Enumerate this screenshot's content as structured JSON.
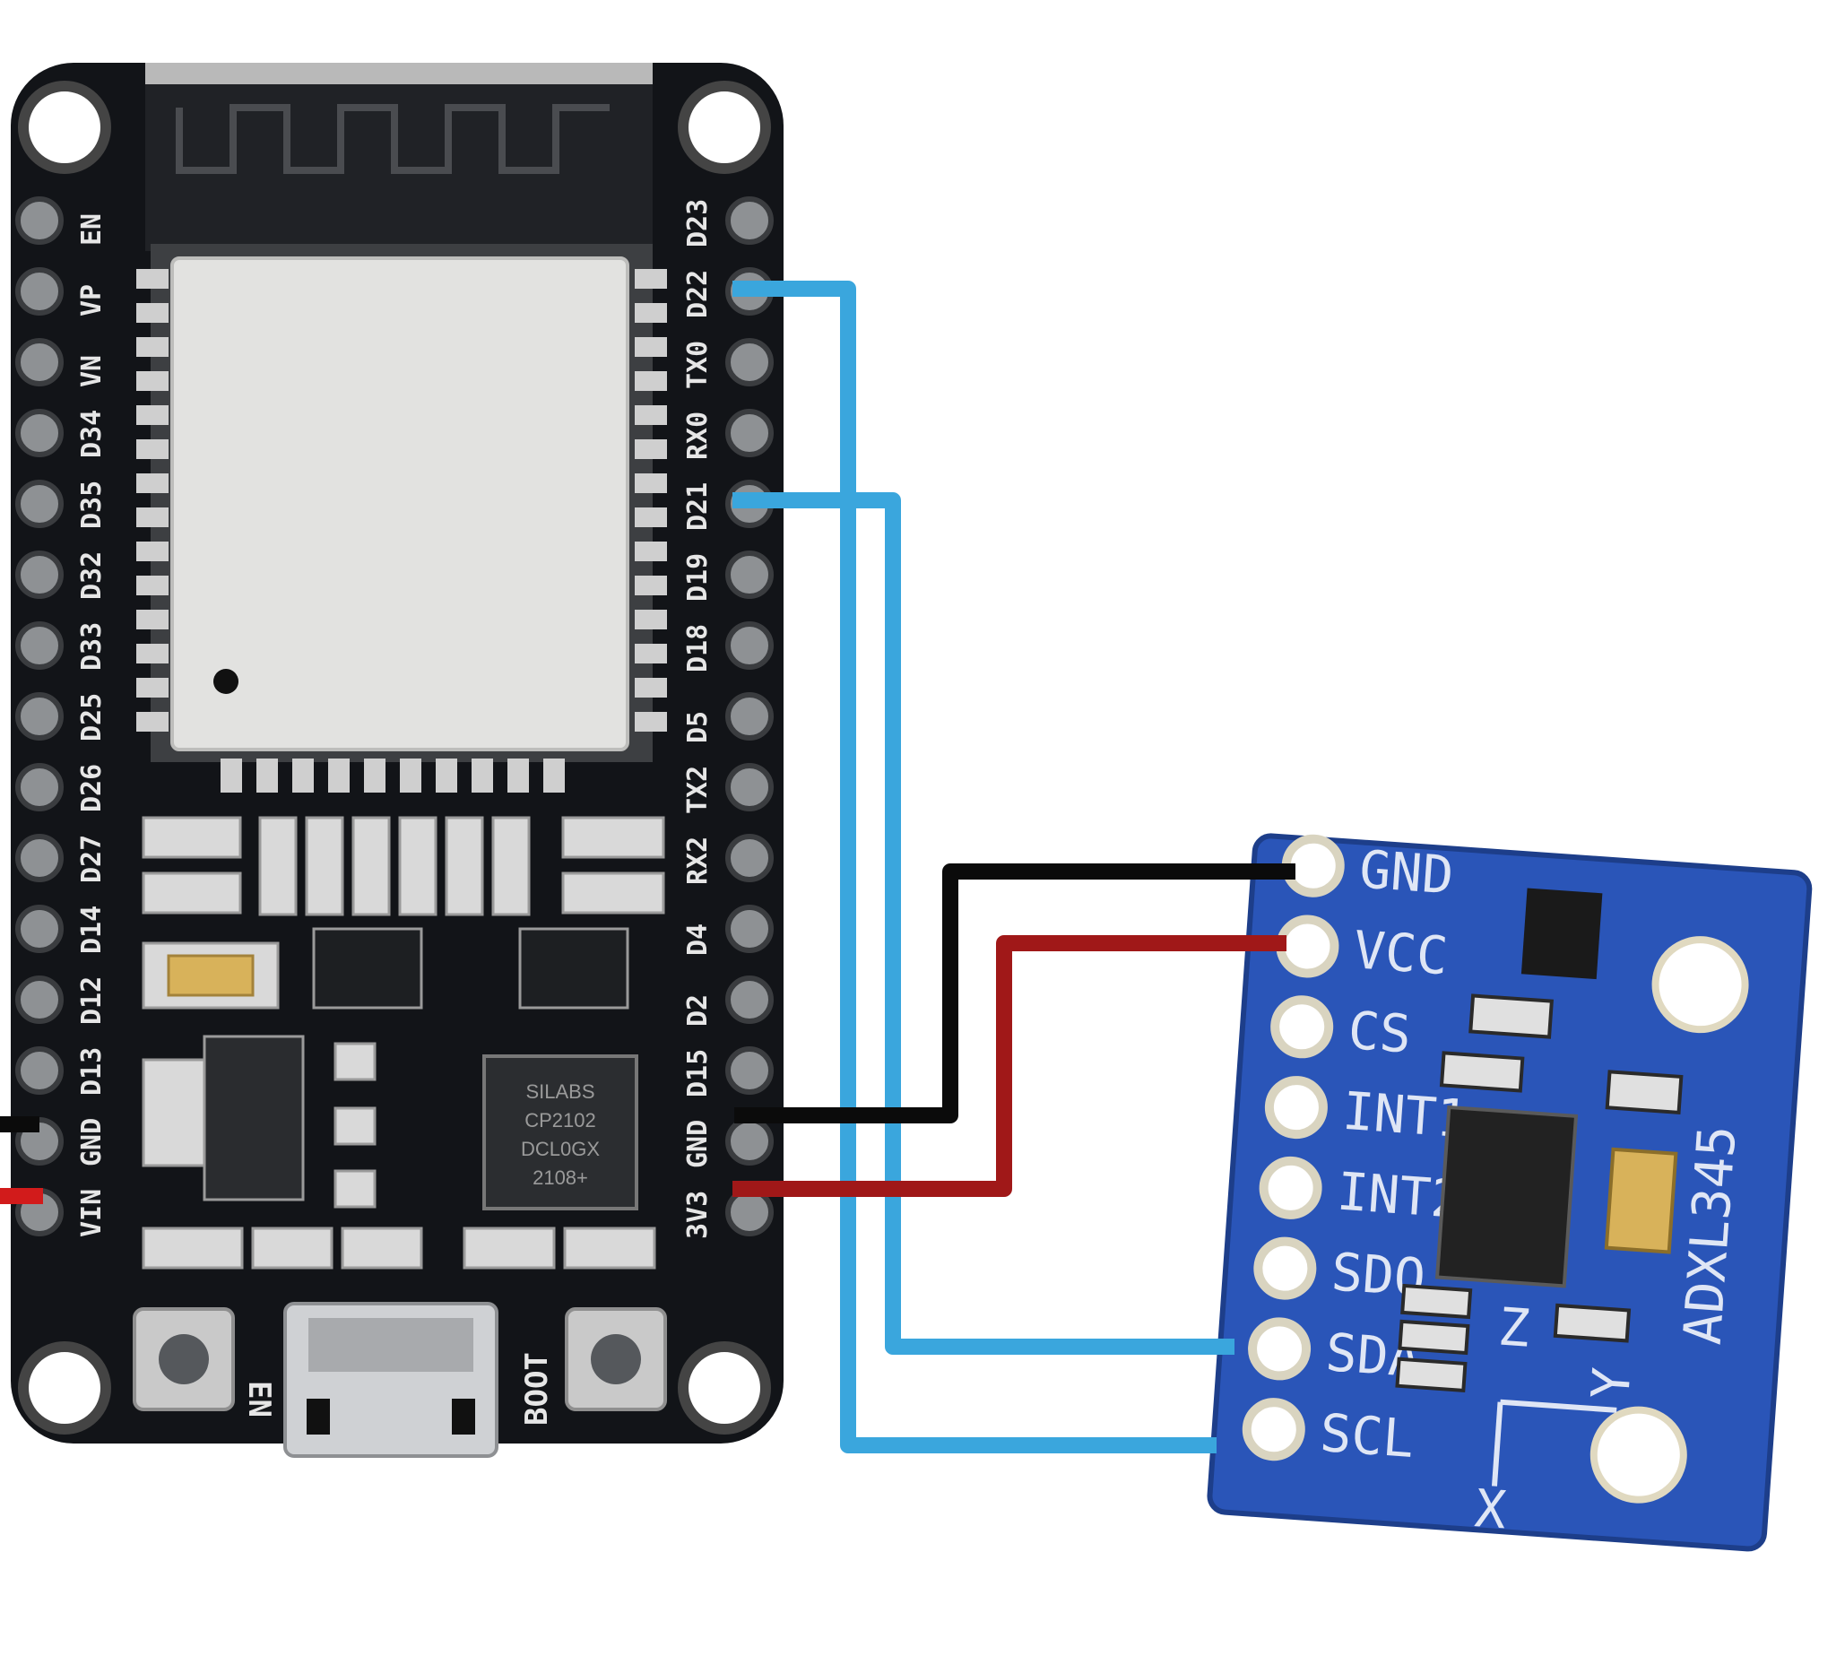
{
  "esp32": {
    "left_pins": [
      "EN",
      "VP",
      "VN",
      "D34",
      "D35",
      "D32",
      "D33",
      "D25",
      "D26",
      "D27",
      "D14",
      "D12",
      "D13",
      "GND",
      "VIN"
    ],
    "right_pins": [
      "D23",
      "D22",
      "TX0",
      "RX0",
      "D21",
      "D19",
      "D18",
      "D5",
      "TX2",
      "RX2",
      "D4",
      "D2",
      "D15",
      "GND",
      "3V3"
    ],
    "chip_text": [
      "SILABS",
      "CP2102",
      "DCL0GX",
      "2108+"
    ],
    "button_en": "EN",
    "button_boot": "BOOT"
  },
  "adxl345": {
    "pins": [
      "GND",
      "VCC",
      "CS",
      "INT1",
      "INT2",
      "SDO",
      "SDA",
      "SCL"
    ],
    "model": "ADXL345",
    "axis_x": "X",
    "axis_y": "Y",
    "axis_z": "Z"
  },
  "wires": [
    {
      "from": "D22",
      "to": "SCL",
      "color": "#3aa6dd"
    },
    {
      "from": "D21",
      "to": "SDA",
      "color": "#3aa6dd"
    },
    {
      "from": "GND",
      "to": "GND",
      "color": "#0b0b0b"
    },
    {
      "from": "3V3",
      "to": "VCC",
      "color": "#a01818"
    }
  ],
  "colors": {
    "board": "#121418",
    "module": "#e2e2e0",
    "adxl_board": "#2a55b8",
    "wire_blue": "#3aa6dd",
    "wire_black": "#0b0b0b",
    "wire_red": "#a01818"
  }
}
